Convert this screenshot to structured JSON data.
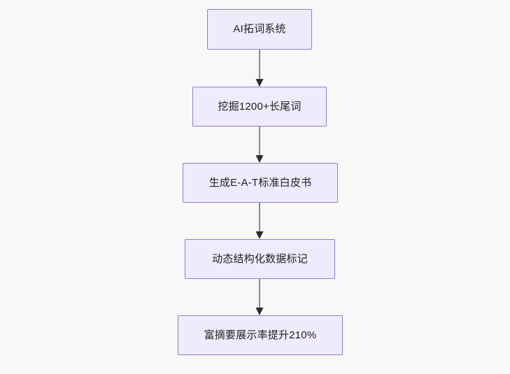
{
  "diagram": {
    "type": "flowchart",
    "orientation": "top-to-bottom",
    "background_color": "#f8f8f8",
    "node_fill_color": "#ececfd",
    "node_border_color": "#9a77cf",
    "node_text_color": "#1f2020",
    "edge_color": "#8a8a8a",
    "arrowhead_color": "#2b2b2b",
    "nodes": [
      {
        "id": "node-1",
        "label": "AI拓词系统"
      },
      {
        "id": "node-2",
        "label": "挖掘1200+长尾词"
      },
      {
        "id": "node-3",
        "label": "生成E-A-T标准白皮书"
      },
      {
        "id": "node-4",
        "label": "动态结构化数据标记"
      },
      {
        "id": "node-5",
        "label": "富摘要展示率提升210%"
      }
    ],
    "edges": [
      {
        "id": "edge-1",
        "from": "node-1",
        "to": "node-2",
        "label": ""
      },
      {
        "id": "edge-2",
        "from": "node-2",
        "to": "node-3",
        "label": ""
      },
      {
        "id": "edge-3",
        "from": "node-3",
        "to": "node-4",
        "label": ""
      },
      {
        "id": "edge-4",
        "from": "node-4",
        "to": "node-5",
        "label": ""
      }
    ]
  }
}
